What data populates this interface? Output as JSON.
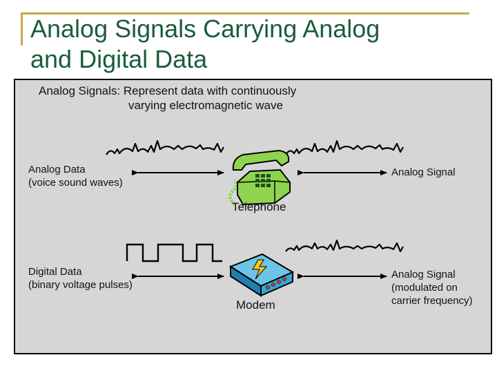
{
  "slide": {
    "title_line1": "Analog Signals Carrying Analog",
    "title_line2": "and Digital Data"
  },
  "diagram": {
    "heading_line1": "Analog Signals: Represent data with continuously",
    "heading_line2": "varying electromagnetic wave",
    "top_row": {
      "left_label_line1": "Analog Data",
      "left_label_line2": "(voice sound waves)",
      "device_label": "Telephone",
      "right_label": "Analog Signal"
    },
    "bottom_row": {
      "left_label_line1": "Digital Data",
      "left_label_line2": "(binary voltage pulses)",
      "device_label": "Modem",
      "right_label_line1": "Analog Signal",
      "right_label_line2": "(modulated on",
      "right_label_line3": "carrier frequency)"
    }
  },
  "colors": {
    "title": "#1a5c3a",
    "accent_line": "#c8a84b",
    "panel_bg": "#d6d6d6",
    "telephone": "#8ed44f",
    "modem": "#36a6d4",
    "modem_bolt": "#f5c518",
    "modem_led": "#d63a2a"
  },
  "icons": {
    "telephone": "telephone-icon",
    "modem": "modem-icon"
  }
}
